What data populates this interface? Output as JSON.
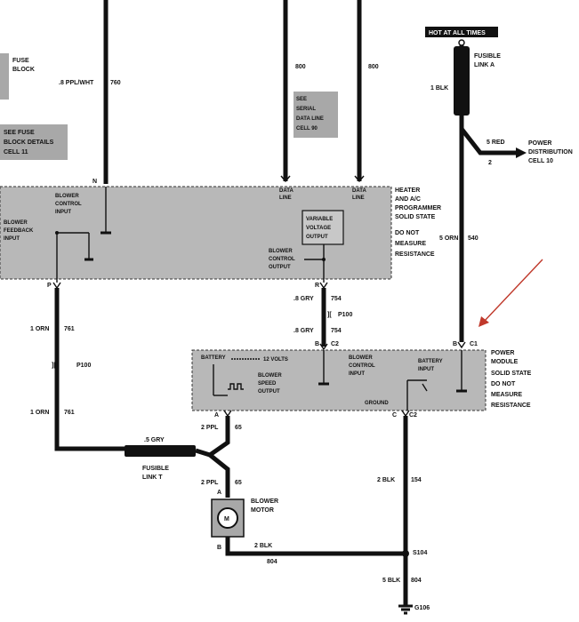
{
  "top_left": {
    "fuse_block": [
      "FUSE",
      "BLOCK"
    ],
    "see_fuse_block_details": [
      "SEE FUSE",
      "BLOCK DETAILS",
      "CELL 11"
    ],
    "wire_760_color": ".8 PPL/WHT",
    "wire_760_circuit": "760"
  },
  "serial_data": {
    "left_circuit": "800",
    "right_circuit": "800",
    "note": [
      "SEE",
      "SERIAL",
      "DATA LINE",
      "CELL 90"
    ]
  },
  "fusible_link_a": {
    "banner": "HOT AT ALL TIMES",
    "name": [
      "FUSIBLE",
      "LINK A"
    ],
    "wire": "1 BLK"
  },
  "power_distribution": {
    "wire_color": "5 RED",
    "wire_number": "2",
    "label": [
      "POWER",
      "DISTRIBUTION",
      "CELL 10"
    ]
  },
  "programmer": {
    "title": [
      "HEATER",
      "AND A/C",
      "PROGRAMMER",
      "SOLID STATE",
      "DO NOT",
      "MEASURE",
      "RESISTANCE"
    ],
    "pin_n": "N",
    "pin_p": "P",
    "pin_r": "R",
    "blower_control_input": [
      "BLOWER",
      "CONTROL",
      "INPUT"
    ],
    "blower_feedback_input": [
      "BLOWER",
      "FEEDBACK",
      "INPUT"
    ],
    "data_line_left": [
      "DATA",
      "LINE"
    ],
    "data_line_right": [
      "DATA",
      "LINE"
    ],
    "variable_voltage_output": [
      "VARIABLE",
      "VOLTAGE",
      "OUTPUT"
    ],
    "blower_control_output": [
      "BLOWER",
      "CONTROL",
      "OUTPUT"
    ]
  },
  "wires": {
    "orn_761_top_color": "1 ORN",
    "orn_761_top_circuit": "761",
    "orn_761_bot_color": "1 ORN",
    "orn_761_bot_circuit": "761",
    "connector_p100_left": "P100",
    "gray_754_top_color": ".8 GRY",
    "gray_754_top_circuit": "754",
    "connector_p100_mid": "P100",
    "gray_754_bot_color": ".8 GRY",
    "gray_754_bot_circuit": "754",
    "orn_540_color": "5 ORN",
    "orn_540_circuit": "540",
    "ppl_65_top_color": "2 PPL",
    "ppl_65_top_circuit": "65",
    "gray_5_color": ".5 GRY",
    "ppl_65_bot_color": "2 PPL",
    "ppl_65_bot_circuit": "65",
    "blk_154_color": "2 BLK",
    "blk_154_circuit": "154",
    "blk_804_color": "2 BLK",
    "blk_804_circuit": "804",
    "blk_5_color": "5 BLK",
    "blk_5_circuit": "804"
  },
  "power_module": {
    "title": [
      "POWER",
      "MODULE",
      "SOLID STATE",
      "DO NOT",
      "MEASURE",
      "RESISTANCE"
    ],
    "pin_b_c2": "B",
    "conn_c2_top": "C2",
    "pin_b_c1": "B",
    "conn_c1": "C1",
    "pin_a": "A",
    "pin_c": "C",
    "conn_c2_bot": "C2",
    "battery": "BATTERY",
    "twelve_volts": "12 VOLTS",
    "blower_speed_output": [
      "BLOWER",
      "SPEED",
      "OUTPUT"
    ],
    "blower_control_input": [
      "BLOWER",
      "CONTROL",
      "INPUT"
    ],
    "battery_input": [
      "BATTERY",
      "INPUT"
    ],
    "ground": "GROUND"
  },
  "fusible_link_t": [
    "FUSIBLE",
    "LINK T"
  ],
  "blower_motor": {
    "label": [
      "BLOWER",
      "MOTOR"
    ],
    "pin_a": "A",
    "pin_b": "B",
    "symbol": "M"
  },
  "splice": "S104",
  "ground": "G106"
}
